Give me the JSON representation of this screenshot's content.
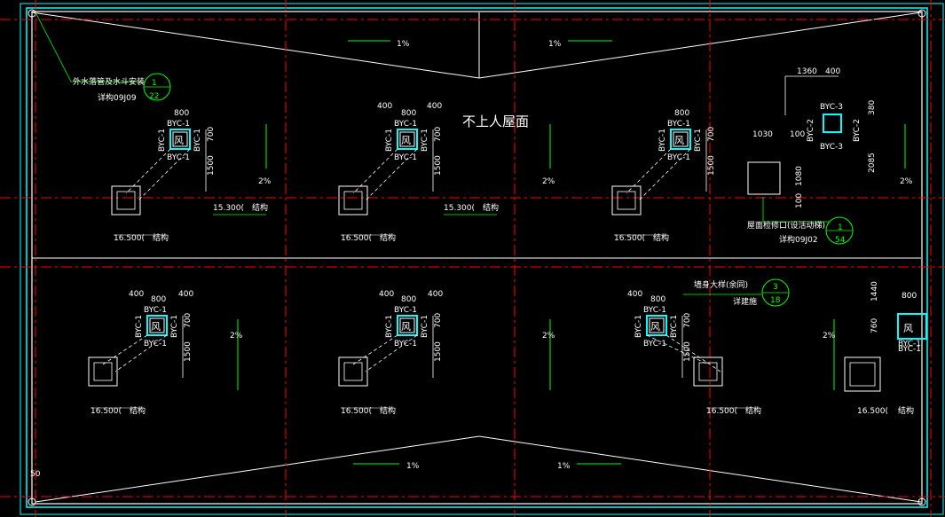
{
  "drawing": {
    "title_text": "不上人屋面",
    "slope_label": "2%",
    "slope_label_1": "1%",
    "wind_char": "风",
    "struct_word": "结构",
    "elev_main": "16.500(",
    "elev_mid": "15.300(",
    "tag_byc1": "BYC-1",
    "tag_byc2": "BYC-2",
    "tag_byc3": "BYC-3",
    "dim_800": "800",
    "dim_400": "400",
    "dim_700": "700",
    "dim_1500": "1500",
    "dim_1360": "1360",
    "dim_380": "380",
    "dim_1030": "1030",
    "dim_100": "100",
    "dim_1080": "1080",
    "dim_2085": "2085",
    "dim_1440": "1440",
    "dim_760": "760",
    "dim_50": "50",
    "note_pipe": "外水落管及水斗安装",
    "note_pipe_ref": "详构09J09",
    "note_pipe_num_top": "1",
    "note_pipe_num_bot": "22",
    "note_hatch": "屋面检修口(设活动梯)",
    "note_hatch_ref": "详构09J02",
    "note_hatch_num_top": "1",
    "note_hatch_num_bot": "54",
    "note_wall": "墙身大样(余同)",
    "note_wall_ref": "详建施",
    "note_wall_num_top": "3",
    "note_wall_num_bot": "18"
  },
  "colors": {
    "background": "#000000",
    "axis_red": "#ff0000",
    "outline_white": "#ffffff",
    "dim_green": "#00ff00",
    "frame_cyan": "#00ffff"
  }
}
